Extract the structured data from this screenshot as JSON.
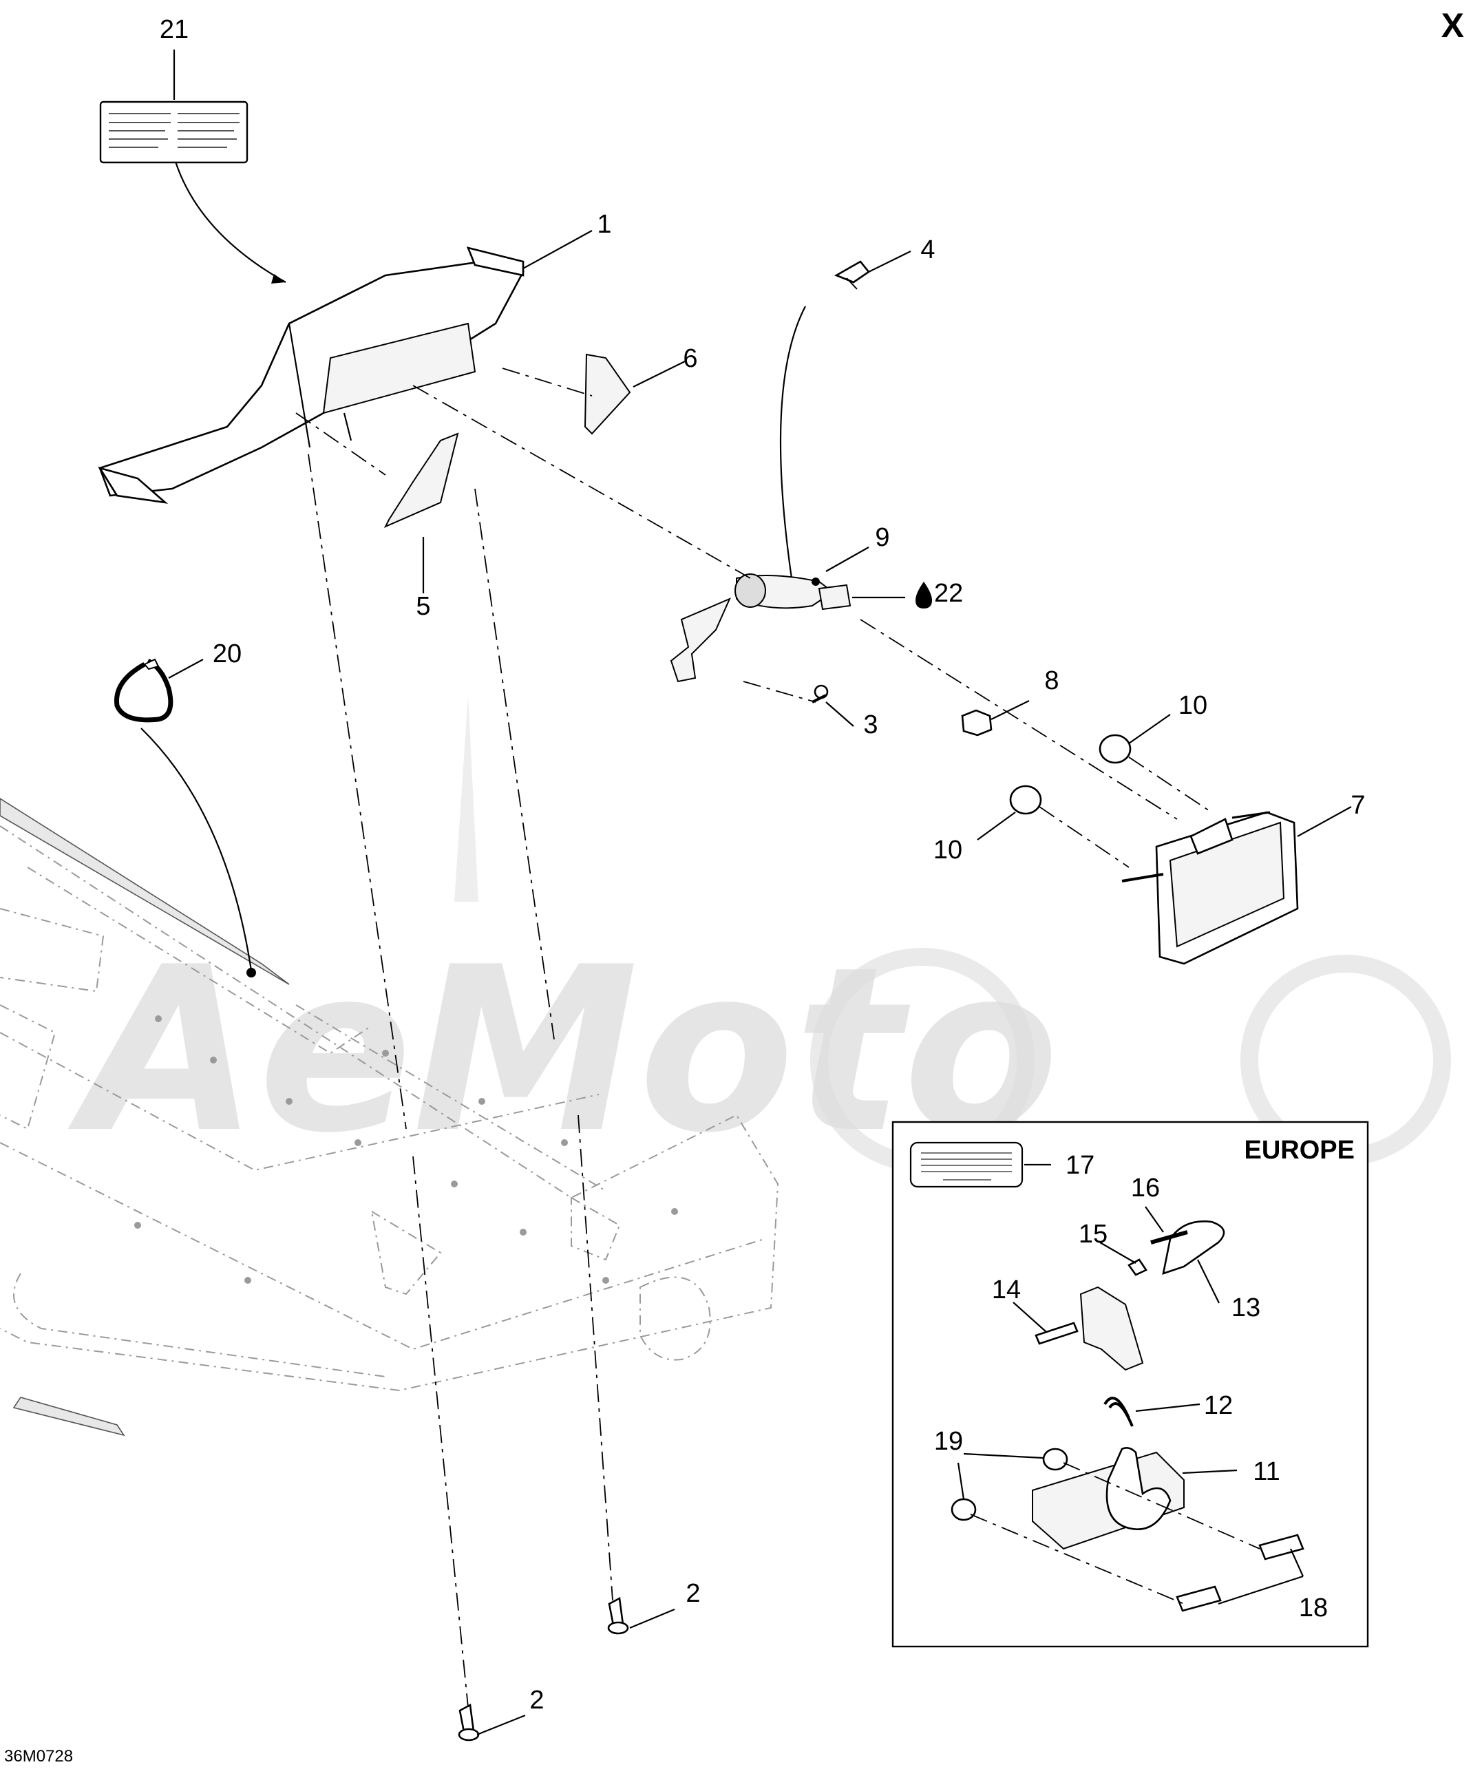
{
  "section_mark": "X",
  "drawing_id": "36M0728",
  "watermark": "AeMoto",
  "inset": {
    "title": "EUROPE"
  },
  "callouts": [
    {
      "id": "c21",
      "label": "21"
    },
    {
      "id": "c1",
      "label": "1"
    },
    {
      "id": "c4",
      "label": "4"
    },
    {
      "id": "c6",
      "label": "6"
    },
    {
      "id": "c5",
      "label": "5"
    },
    {
      "id": "c9",
      "label": "9"
    },
    {
      "id": "c22",
      "label": "22"
    },
    {
      "id": "c20",
      "label": "20"
    },
    {
      "id": "c8",
      "label": "8"
    },
    {
      "id": "c3",
      "label": "3"
    },
    {
      "id": "c10a",
      "label": "10"
    },
    {
      "id": "c10b",
      "label": "10"
    },
    {
      "id": "c7",
      "label": "7"
    },
    {
      "id": "c17",
      "label": "17"
    },
    {
      "id": "c16",
      "label": "16"
    },
    {
      "id": "c15",
      "label": "15"
    },
    {
      "id": "c14",
      "label": "14"
    },
    {
      "id": "c13",
      "label": "13"
    },
    {
      "id": "c12",
      "label": "12"
    },
    {
      "id": "c19",
      "label": "19"
    },
    {
      "id": "c11",
      "label": "11"
    },
    {
      "id": "c18",
      "label": "18"
    },
    {
      "id": "c2a",
      "label": "2"
    },
    {
      "id": "c2b",
      "label": "2"
    }
  ],
  "icons": {
    "lubricant": "oil-drop-icon"
  }
}
